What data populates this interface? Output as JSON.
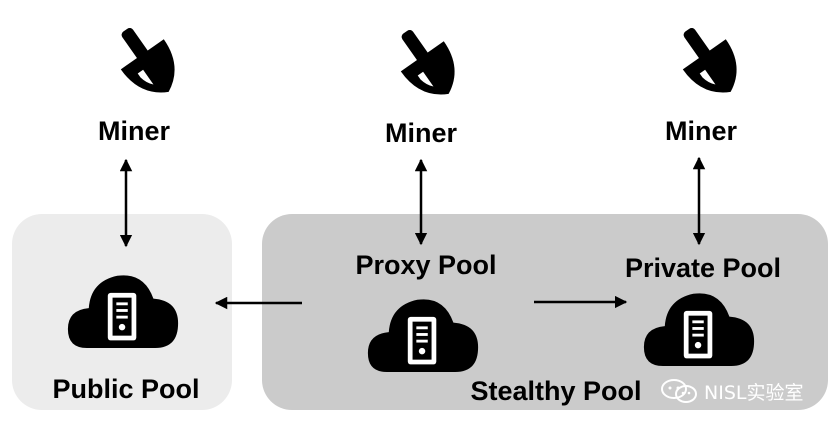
{
  "miners": [
    {
      "label": "Miner"
    },
    {
      "label": "Miner"
    },
    {
      "label": "Miner"
    }
  ],
  "pools": {
    "public": {
      "label": "Public Pool"
    },
    "proxy": {
      "label": "Proxy Pool"
    },
    "private": {
      "label": "Private Pool"
    },
    "stealthy": {
      "label": "Stealthy Pool"
    }
  },
  "watermark": {
    "text": "NISL实验室"
  },
  "colors": {
    "public_panel": "#ececec",
    "stealthy_panel": "#cbcbcb",
    "icon": "#000000"
  },
  "icons": [
    "pickaxe-icon",
    "cloud-server-icon",
    "wechat-icon"
  ]
}
